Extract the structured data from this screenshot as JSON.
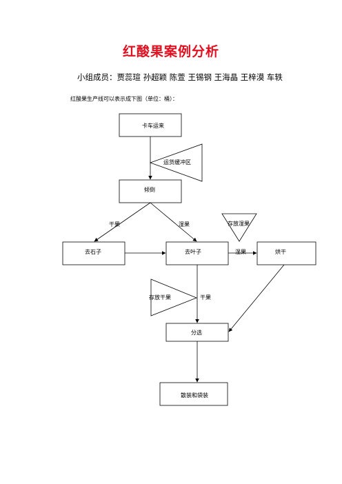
{
  "title": "红酸果案例分析",
  "members": "小组成员：贾蕊瑄  孙超颖  陈萱  王锡钢  王海晶  王梓漠  车轶",
  "intro": "红酸果生产线可以表示成下图（单位：桶）：",
  "flow": {
    "nodes": {
      "truck": "卡车运来",
      "buffer": "运货缓冲区",
      "dump": "倾倒",
      "destone": "去石子",
      "dechaff": "去叶子",
      "store_wet": "存放湿果",
      "dry": "烘干",
      "store_dry": "存放干果",
      "sort": "分选",
      "pack": "散装和袋装"
    },
    "labels": {
      "dry1": "干果",
      "wet1": "湿果",
      "wet2": "湿果",
      "dry2": "干果"
    }
  }
}
